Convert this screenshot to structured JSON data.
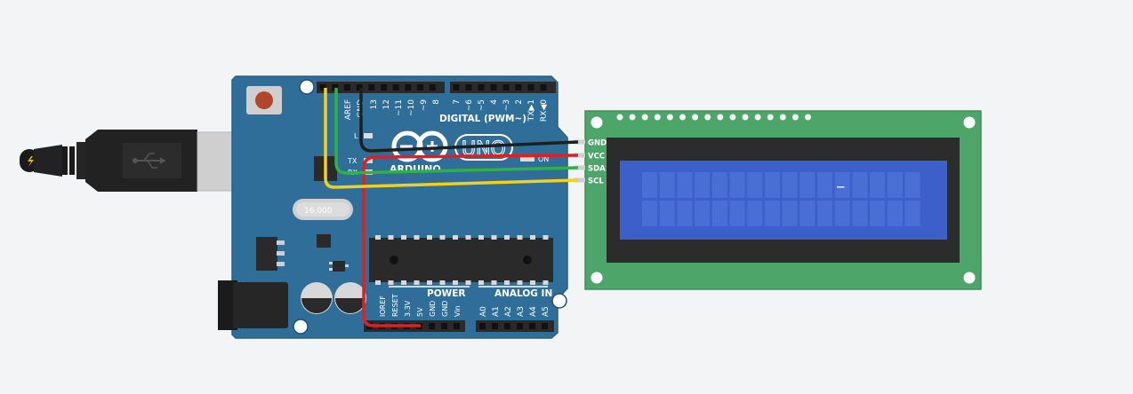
{
  "arduino": {
    "brand": "ARDUINO",
    "model": "UNO",
    "digital_header": "DIGITAL (PWM~)",
    "digital_pins": [
      "AREF",
      "GND",
      "13",
      "12",
      "~11",
      "~10",
      "~9",
      "8",
      "7",
      "~6",
      "~5",
      "4",
      "~3",
      "2",
      "TX▶1",
      "RX◀0"
    ],
    "led_labels": {
      "l": "L",
      "tx": "TX",
      "rx": "RX",
      "on": "ON"
    },
    "power_header": "POWER",
    "power_pins": [
      "IOREF",
      "RESET",
      "3.3V",
      "5V",
      "GND",
      "GND",
      "Vin"
    ],
    "analog_header": "ANALOG IN",
    "analog_pins": [
      "A0",
      "A1",
      "A2",
      "A3",
      "A4",
      "A5"
    ],
    "crystal_label": "16.000"
  },
  "lcd": {
    "pins": [
      "GND",
      "VCC",
      "SDA",
      "SCL"
    ],
    "screen_text": "_"
  },
  "wires": {
    "gnd": "#1f1f1f",
    "vcc": "#e02020",
    "sda": "#2fb340",
    "scl": "#f2d01c"
  },
  "colors": {
    "background": "#f3f4f6",
    "board": "#2f6e98",
    "lcd_pcb": "#4ea56a",
    "lcd_screen": "#3d5fc9"
  }
}
